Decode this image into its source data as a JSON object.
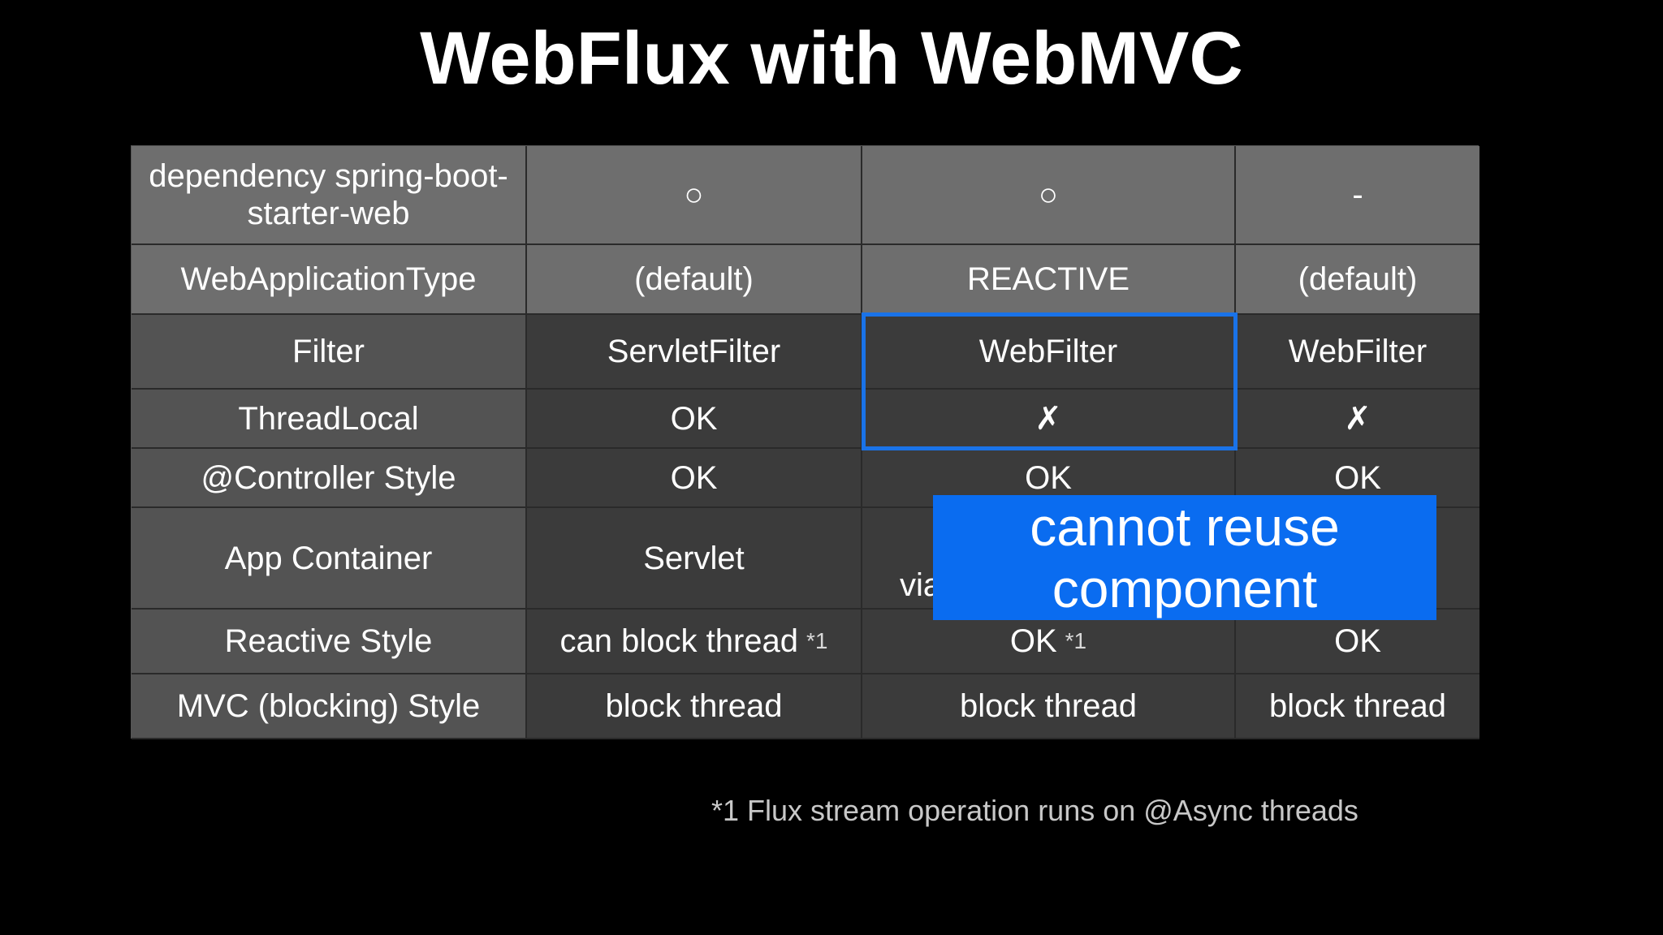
{
  "title": "WebFlux with WebMVC",
  "table": {
    "rows": [
      {
        "label": "dependency  spring-boot-starter-web",
        "cells": [
          "○",
          "○",
          "-"
        ]
      },
      {
        "label": "WebApplicationType",
        "cells": [
          "(default)",
          "REACTIVE",
          "(default)"
        ]
      },
      {
        "label": "Filter",
        "cells": [
          "ServletFilter",
          "WebFilter",
          "WebFilter"
        ]
      },
      {
        "label": "ThreadLocal",
        "cells": [
          "OK",
          "✗",
          "✗"
        ]
      },
      {
        "label": "@Controller Style",
        "cells": [
          "OK",
          "OK",
          "OK"
        ]
      },
      {
        "label": "App Container",
        "cells": [
          "Servlet",
          "via",
          ""
        ]
      },
      {
        "label": "Reactive Style",
        "cells": [
          "can block thread",
          "OK",
          "OK"
        ]
      },
      {
        "label": "MVC (blocking) Style",
        "cells": [
          "block thread",
          "block thread",
          "block thread"
        ]
      }
    ],
    "footnote_marker": "*1"
  },
  "callout": {
    "line1": "cannot reuse",
    "line2": "component"
  },
  "footnote": "*1 Flux stream operation runs on @Async threads",
  "colors": {
    "background": "#000000",
    "header_row": "#6e6e6e",
    "body_row": "#3b3b3b",
    "highlight": "#1a73e8",
    "callout": "#0a6cf0"
  }
}
